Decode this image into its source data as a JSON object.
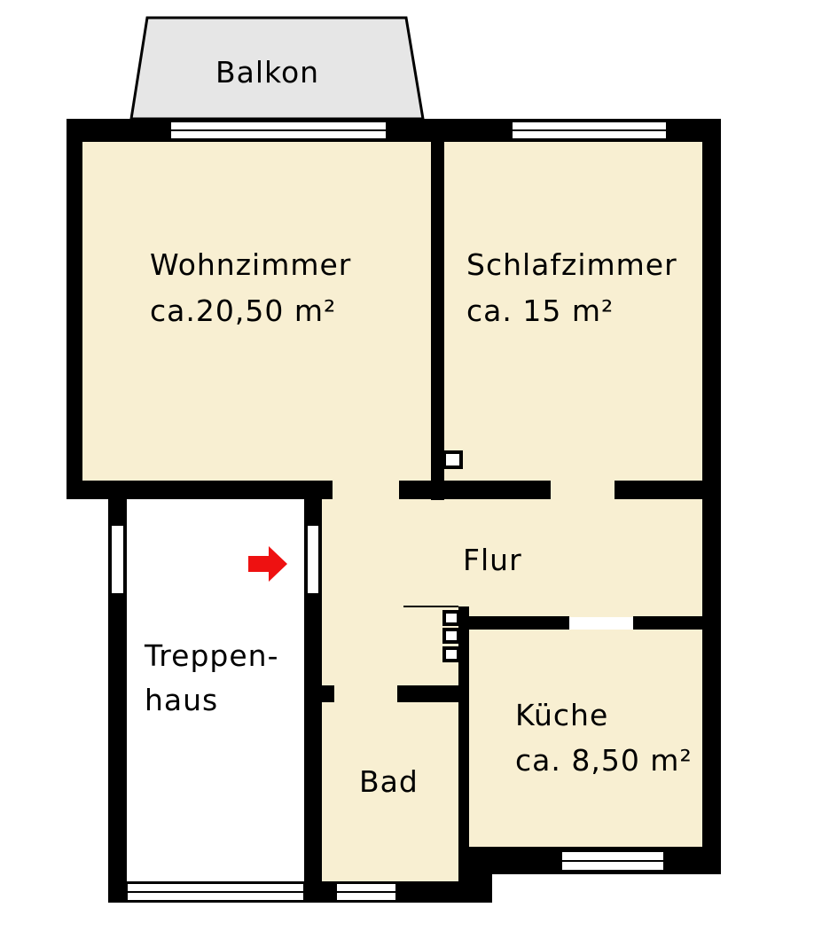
{
  "colors": {
    "wall": "#000000",
    "floor": "#f8efd2",
    "balcony": "#e6e6e6",
    "window": "#ffffff",
    "stairwell": "#ffffff",
    "entrance_arrow": "#ee1111"
  },
  "balcony": {
    "label": "Balkon"
  },
  "rooms": {
    "wohnzimmer": {
      "name": "Wohnzimmer",
      "area": "ca.20,50 m²"
    },
    "schlafzimmer": {
      "name": "Schlafzimmer",
      "area": "ca. 15 m²"
    },
    "flur": {
      "name": "Flur"
    },
    "kueche": {
      "name": "Küche",
      "area": "ca. 8,50 m²"
    },
    "bad": {
      "name": "Bad"
    },
    "treppenhaus": {
      "name_line1": "Treppen-",
      "name_line2": "haus"
    }
  },
  "icons": {
    "entrance": "arrow-right-icon"
  }
}
